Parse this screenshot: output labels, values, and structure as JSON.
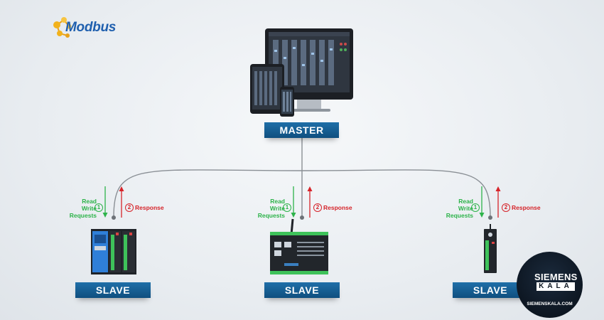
{
  "brand": {
    "logo_text": "Modbus"
  },
  "master": {
    "label": "MASTER"
  },
  "slaves": [
    {
      "label": "SLAVE",
      "request_lines": [
        "Read",
        "Write",
        "Requests"
      ],
      "request_step": "1",
      "response_label": "Response",
      "response_step": "2"
    },
    {
      "label": "SLAVE",
      "request_lines": [
        "Read",
        "Write",
        "Requests"
      ],
      "request_step": "1",
      "response_label": "Response",
      "response_step": "2"
    },
    {
      "label": "SLAVE",
      "request_lines": [
        "Read",
        "Write",
        "Requests"
      ],
      "request_step": "1",
      "response_label": "Response",
      "response_step": "2"
    }
  ],
  "watermark": {
    "line1": "SIEMENS",
    "line2": "KALA",
    "url": "SIEMENSKALA.COM"
  },
  "colors": {
    "request": "#2db34a",
    "response": "#d6242a",
    "label_bg": "#14598e",
    "line": "#8a8f95"
  }
}
